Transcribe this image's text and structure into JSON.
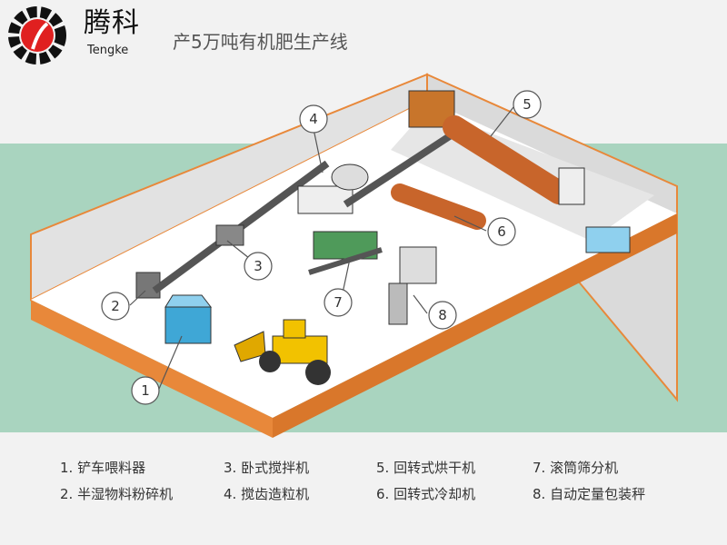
{
  "header": {
    "brand_cn": "腾科",
    "brand_en": "Tengke",
    "title": "产5万吨有机肥生产线"
  },
  "callouts": [
    "1",
    "2",
    "3",
    "4",
    "5",
    "6",
    "7",
    "8"
  ],
  "legend": [
    "1. 铲车喂料器",
    "3. 卧式搅拌机",
    "5. 回转式烘干机",
    "7. 滚筒筛分机",
    "2. 半湿物料粉碎机",
    "4. 搅齿造粒机",
    "6. 回转式冷却机",
    "8. 自动定量包装秤"
  ],
  "colors": {
    "band": "#a9d4bf",
    "floor": "#ffffff",
    "slab": "#e8883a",
    "wall": "#d9d9d9",
    "logo_red": "#e02020"
  }
}
